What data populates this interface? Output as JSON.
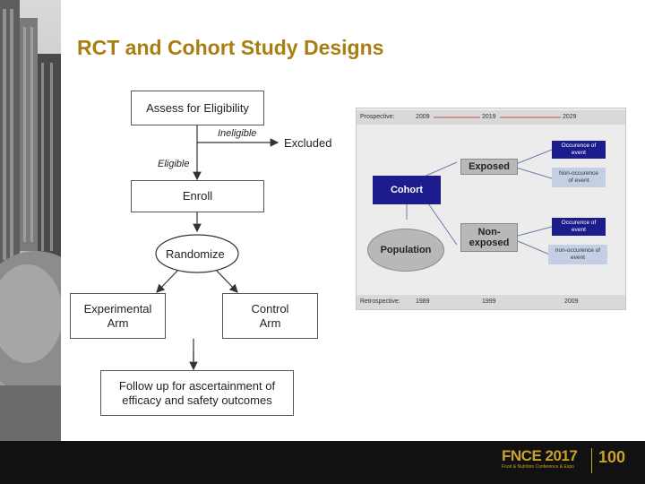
{
  "title": "RCT and Cohort Study Designs",
  "rct": {
    "assess": "Assess for Eligibility",
    "ineligible": "Ineligible",
    "excluded": "Excluded",
    "eligible": "Eligible",
    "enroll": "Enroll",
    "randomize": "Randomize",
    "experimental_line1": "Experimental",
    "experimental_line2": "Arm",
    "control_line1": "Control",
    "control_line2": "Arm",
    "followup_line1": "Follow up for ascertainment of",
    "followup_line2": "efficacy and safety outcomes"
  },
  "cohort": {
    "prospective_label": "Prospective:",
    "prospective_years": [
      "2009",
      "2019",
      "2029"
    ],
    "retrospective_label": "Retrospective:",
    "retrospective_years": [
      "1989",
      "1999",
      "2009"
    ],
    "cohort": "Cohort",
    "population": "Population",
    "exposed": "Exposed",
    "nonexposed_line1": "Non-",
    "nonexposed_line2": "exposed",
    "event_occ_line1": "Occurence of",
    "event_occ_line2": "event",
    "event_nonocc_line1": "Non-occurence",
    "event_nonocc_line2": "of event",
    "event_occ2_line1": "Occurence of",
    "event_occ2_line2": "event",
    "event_nonocc2_line1": "non-occurence of",
    "event_nonocc2_line2": "event"
  },
  "footer": {
    "logo_text": "FNCE 2017",
    "logo_sub": "Food & Nutrition Conference & Expo",
    "centennial_mark": "100"
  }
}
